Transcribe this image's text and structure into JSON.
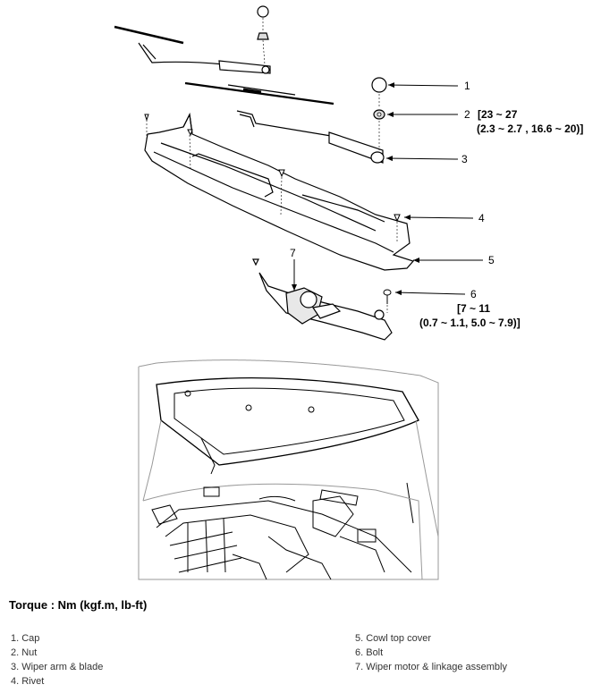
{
  "callouts": {
    "c1": "1",
    "c2": "2",
    "c3": "3",
    "c4": "4",
    "c5": "5",
    "c6": "6",
    "c7": "7"
  },
  "specs": {
    "nut_line1": "[23 ~ 27",
    "nut_line2": "(2.3 ~ 2.7 , 16.6 ~ 20)]",
    "bolt_line1": "[7 ~ 11",
    "bolt_line2": "(0.7 ~ 1.1, 5.0 ~ 7.9)]"
  },
  "torque_title": "Torque : Nm (kgf.m, lb-ft)",
  "legend": [
    "1. Cap",
    "2. Nut",
    "3. Wiper arm & blade",
    "4. Rivet",
    "5. Cowl top cover",
    "6. Bolt",
    "7. Wiper motor & linkage assembly"
  ]
}
